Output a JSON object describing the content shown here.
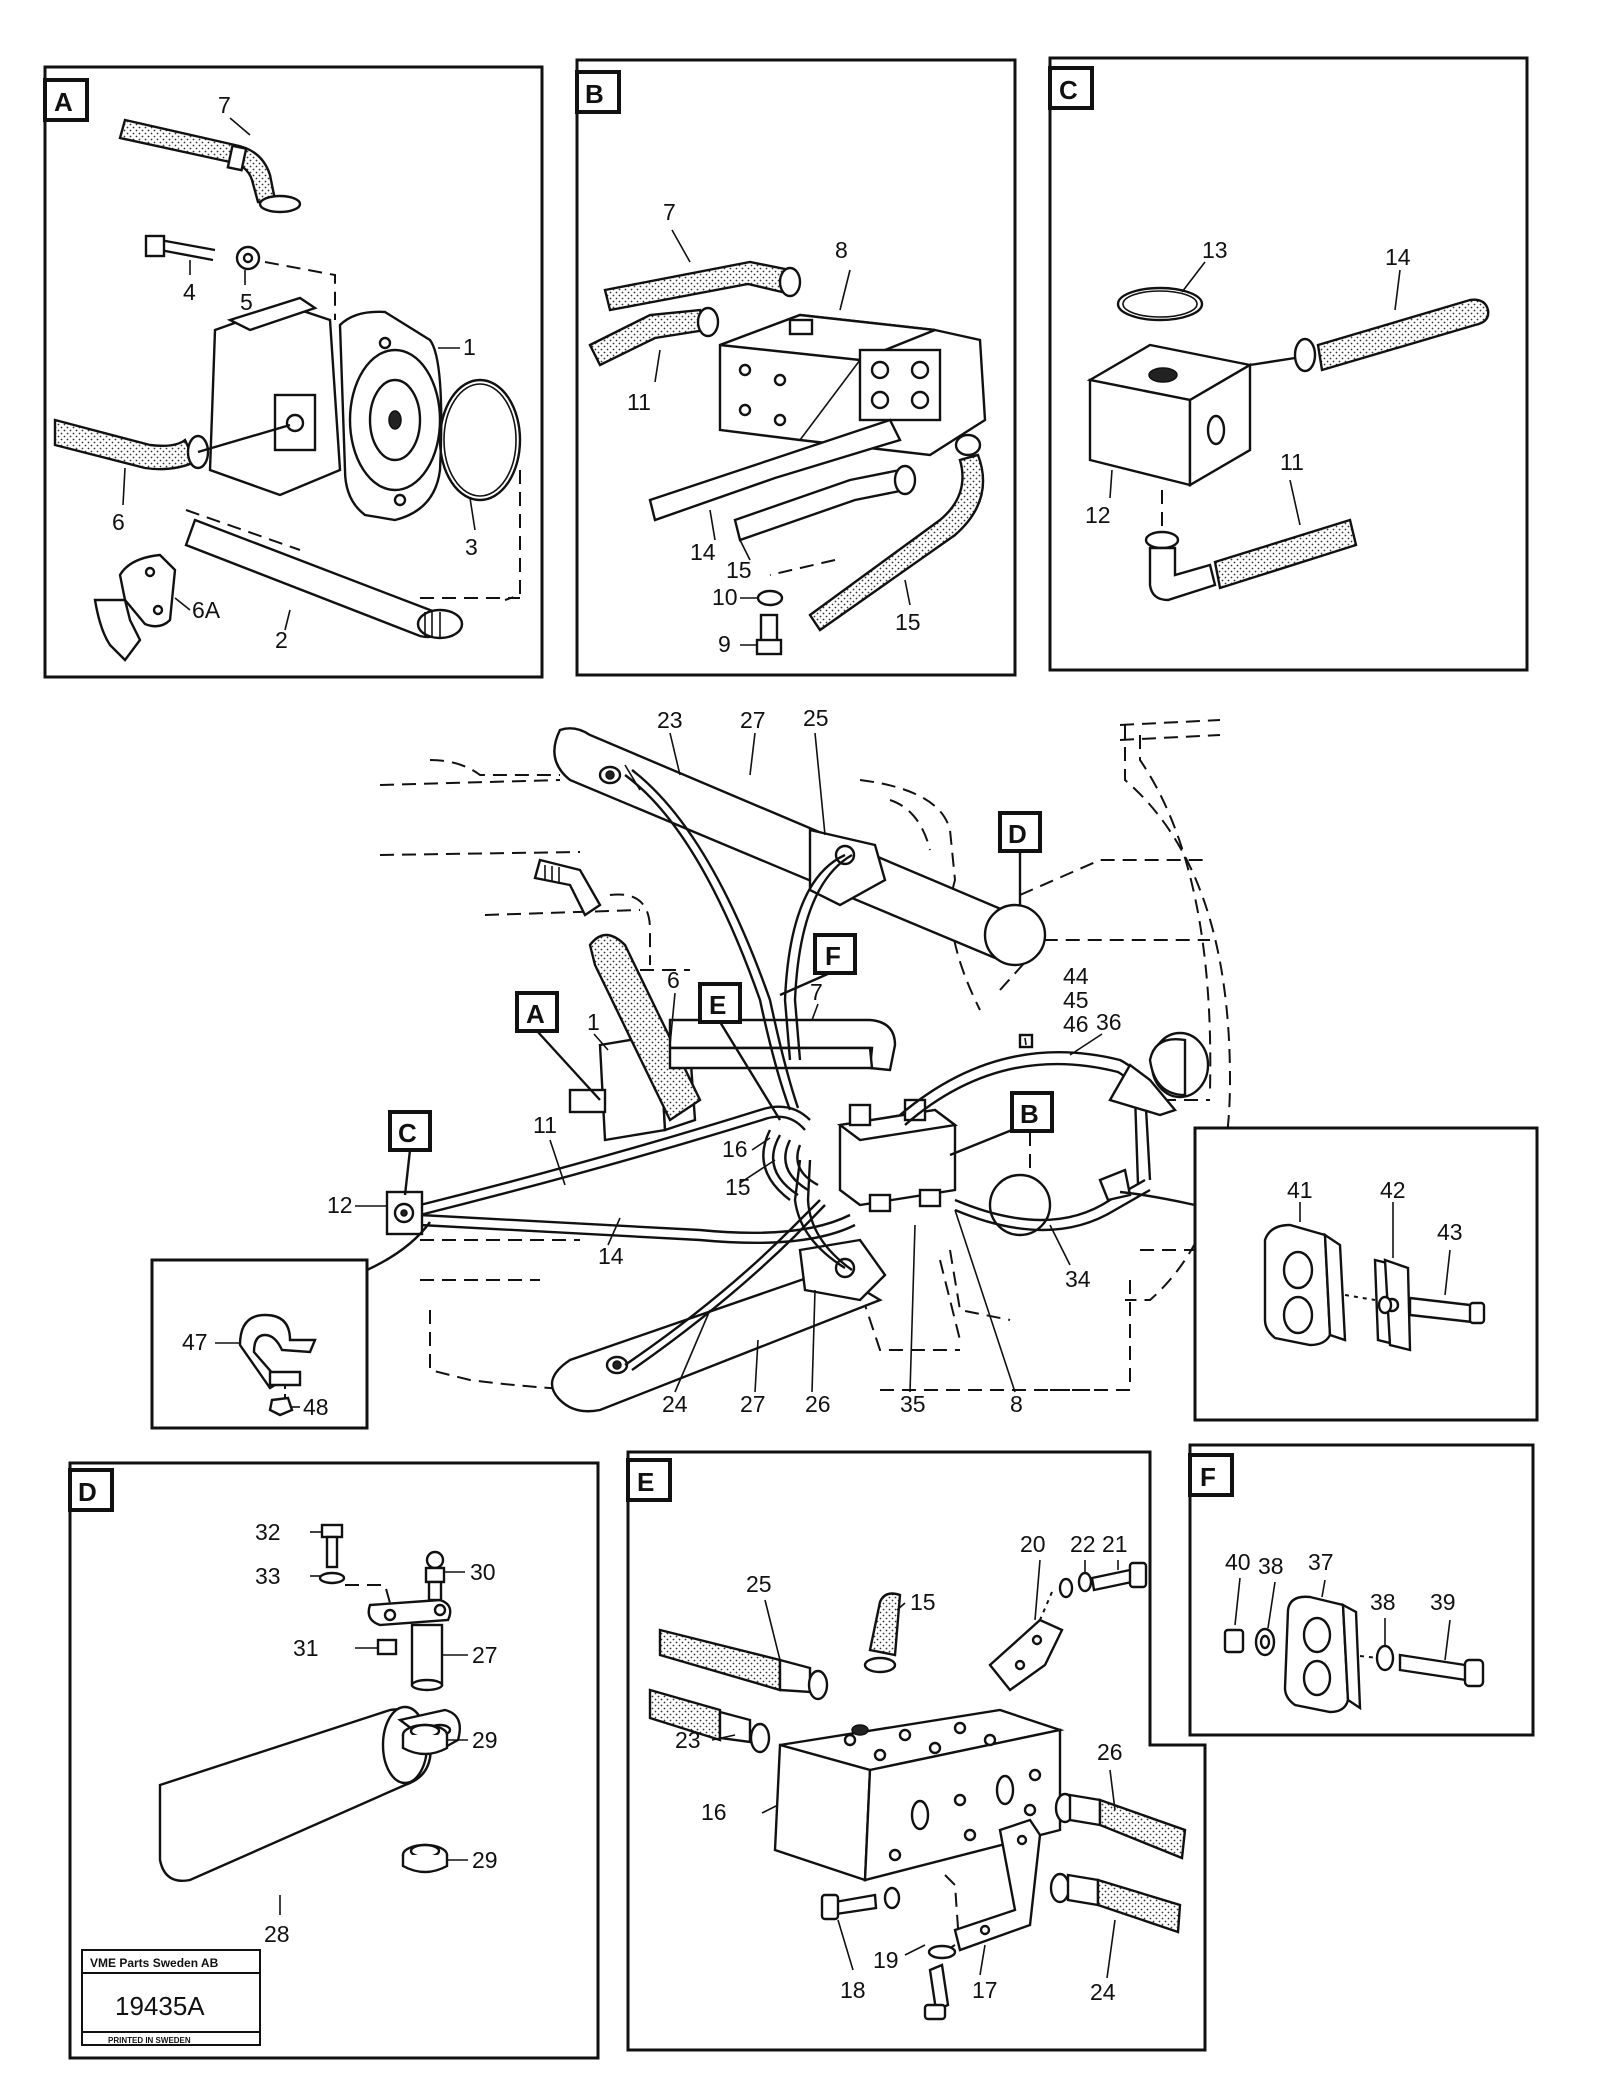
{
  "panels": {
    "A": {
      "label": "A",
      "callouts": [
        "1",
        "2",
        "3",
        "4",
        "5",
        "6",
        "6A",
        "7"
      ]
    },
    "B": {
      "label": "B",
      "callouts": [
        "7",
        "8",
        "9",
        "10",
        "11",
        "14",
        "15",
        "15"
      ]
    },
    "C": {
      "label": "C",
      "callouts": [
        "11",
        "12",
        "13",
        "14"
      ]
    },
    "D": {
      "label": "D",
      "callouts": [
        "27",
        "28",
        "29",
        "29",
        "30",
        "31",
        "32",
        "33"
      ]
    },
    "E": {
      "label": "E",
      "callouts": [
        "15",
        "16",
        "17",
        "18",
        "19",
        "20",
        "21",
        "22",
        "23",
        "24",
        "25",
        "26"
      ]
    },
    "F": {
      "label": "F",
      "callouts": [
        "37",
        "38",
        "38",
        "39",
        "40"
      ]
    }
  },
  "main_view": {
    "tags": [
      "A",
      "B",
      "C",
      "D",
      "E",
      "F"
    ],
    "callouts": [
      "1",
      "6",
      "7",
      "8",
      "11",
      "12",
      "14",
      "15",
      "16",
      "23",
      "24",
      "25",
      "26",
      "27",
      "27",
      "34",
      "35",
      "36",
      "44",
      "45",
      "46"
    ]
  },
  "insets": {
    "clamp": {
      "callouts": [
        "47",
        "48"
      ]
    },
    "block_clamp": {
      "callouts": [
        "41",
        "42",
        "43"
      ]
    }
  },
  "stamp": {
    "company": "VME Parts Sweden AB",
    "code": "19435A",
    "printed": "PRINTED IN SWEDEN"
  }
}
